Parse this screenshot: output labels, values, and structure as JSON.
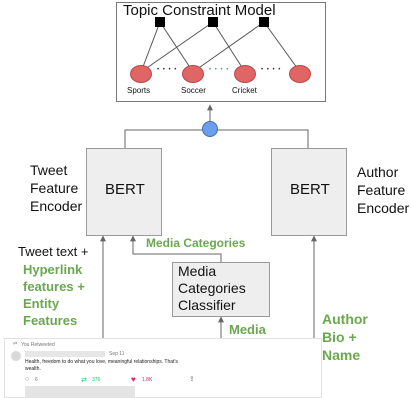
{
  "topic_model": {
    "title": "Topic Constraint Model",
    "topics": [
      "Sports",
      "Soccer",
      "Cricket"
    ],
    "ellipsis": "• • • •"
  },
  "tweet_encoder": {
    "box_label": "BERT",
    "side_label_lines": [
      "Tweet",
      "Feature",
      "Encoder"
    ]
  },
  "author_encoder": {
    "box_label": "BERT",
    "side_label_lines": [
      "Author",
      "Feature",
      "Encoder"
    ]
  },
  "classifier": {
    "label_lines": [
      "Media",
      "Categories",
      "Classifier"
    ]
  },
  "edges": {
    "media_categories": "Media Categories",
    "media": "Media",
    "author_inputs_lines": [
      "Author",
      "Bio +",
      "Name"
    ],
    "tweet_inputs_first": "Tweet text +",
    "tweet_inputs_green_lines": [
      "Hyperlink",
      "features +",
      "Entity",
      "Features"
    ]
  },
  "tweet_card": {
    "retweet_header": "You Retweeted",
    "date": "Sep 11",
    "text_lines": [
      "Health, freedom to do what you love, meaningful relationships. That's",
      "wealth."
    ],
    "reply_count": "6",
    "retweet_count": "376",
    "like_count": "1.8K"
  },
  "colors": {
    "topic_node": "#e06666",
    "merge_node": "#6d9eeb",
    "green_text": "#6aa84f",
    "box_fill": "#eeeeee",
    "like_heart": "#e0245e"
  }
}
